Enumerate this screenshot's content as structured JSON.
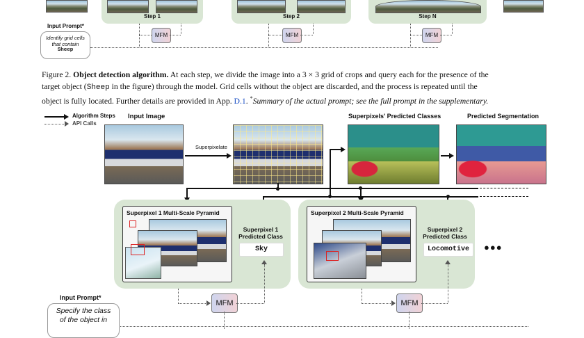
{
  "top_figure": {
    "steps": [
      "Step 1",
      "Step 2",
      "Step N"
    ],
    "mfm_label": "MFM",
    "prompt_title": "Input Prompt*",
    "prompt_lines": [
      "Identify grid cells",
      "that contain"
    ],
    "prompt_keyword": "Sheep"
  },
  "caption": {
    "prefix": "Figure 2.",
    "title": "Object detection algorithm.",
    "text_1": "At each step, we divide the image into a 3 × 3 grid of crops and query each for the presence of the",
    "text_2a": "target object (",
    "text_2_code": "Sheep",
    "text_2b": " in the figure) through the model. Grid cells without the object are discarded, and the process is repeated until the",
    "text_3a": "object is fully located. Further details are provided in App. ",
    "text_3_link": "D.1",
    "text_3b": ". ",
    "text_3_star": "*",
    "text_3_italic": "Summary of the actual prompt; see the full prompt in the supplementary."
  },
  "legend": {
    "algorithm_steps": "Algorithm Steps",
    "api_calls": "API Calls"
  },
  "bottom_figure": {
    "input_image_title": "Input Image",
    "superpixelate_label": "Superpixelate",
    "predicted_classes_title": "Superpixels' Predicted Classes",
    "predicted_seg_title": "Predicted Segmentation",
    "pyramid_1_title": "Superpixel 1 Multi-Scale Pyramid",
    "pyramid_2_title": "Superpixel 2 Multi-Scale Pyramid",
    "class_1_heading": [
      "Superpixel 1",
      "Predicted Class"
    ],
    "class_2_heading": [
      "Superpixel 2",
      "Predicted Class"
    ],
    "class_1_value": "Sky",
    "class_2_value": "Locomotive",
    "ellipsis": "●●●",
    "mfm_label": "MFM",
    "prompt_title": "Input Prompt*",
    "prompt_lines": [
      "Specify the class",
      "of the object in"
    ]
  }
}
